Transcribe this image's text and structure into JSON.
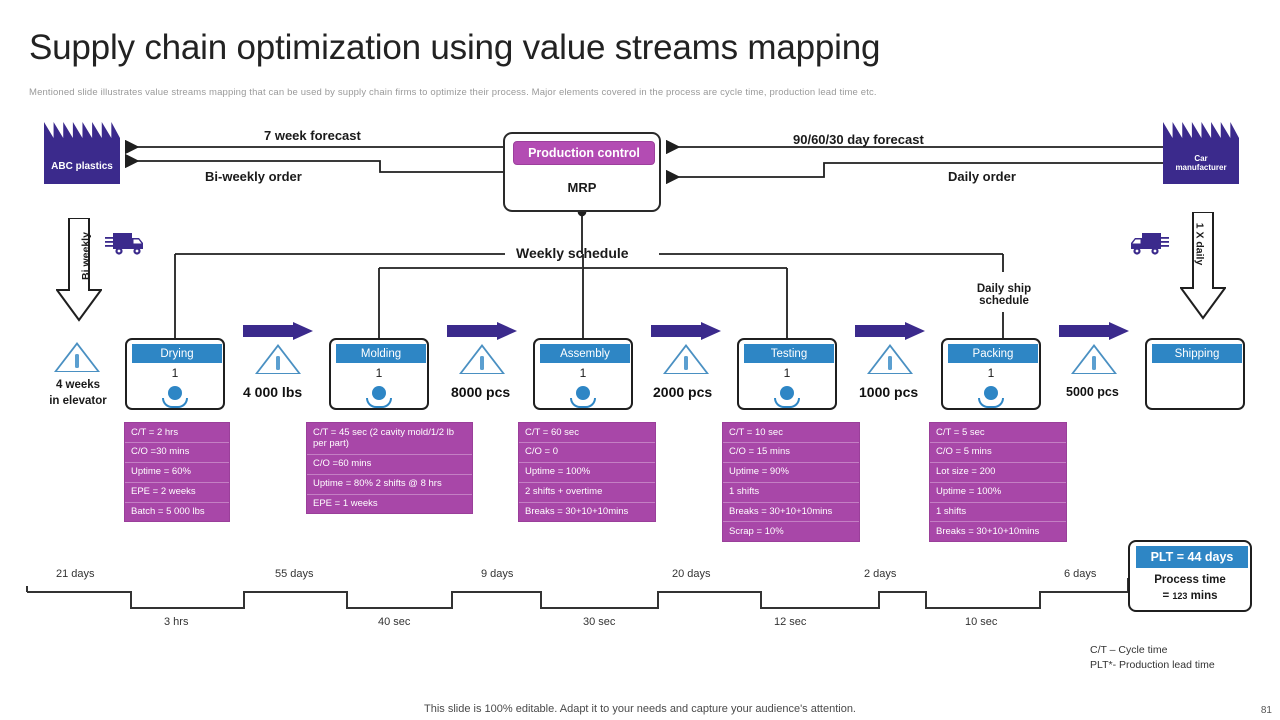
{
  "header": {
    "title": "Supply chain optimization using value streams mapping",
    "subtitle": "Mentioned slide illustrates value streams mapping that can be used by supply chain firms to optimize their process. Major elements covered in the process are cycle time, production lead time etc."
  },
  "suppliers": {
    "left": {
      "name": "ABC plastics"
    },
    "right": {
      "name_line1": "Car",
      "name_line2": "manufacturer"
    }
  },
  "control": {
    "header": "Production control",
    "system": "MRP"
  },
  "flows": {
    "forecast_left": "7 week forecast",
    "order_left": "Bi-weekly order",
    "forecast_right": "90/60/30 day forecast",
    "order_right": "Daily order",
    "weekly_schedule": "Weekly schedule",
    "daily_ship_line1": "Daily ship",
    "daily_ship_line2": "schedule"
  },
  "shipments": {
    "inbound_label": "Bi weekly",
    "outbound_label": "1 X daily"
  },
  "start_inventory": {
    "line1": "4 weeks",
    "line2": "in elevator"
  },
  "processes": [
    {
      "name": "Drying",
      "count": "1",
      "metrics": [
        "C/T = 2 hrs",
        "C/O =30 mins",
        "Uptime  = 60%",
        "EPE  = 2 weeks",
        "Batch =  5 000 lbs"
      ]
    },
    {
      "name": "Molding",
      "count": "1",
      "metrics": [
        "C/T = 45 sec (2 cavity mold/1/2 lb per part)",
        "C/O =60 mins",
        "Uptime  = 80% 2 shifts @ 8 hrs",
        "EPE  = 1 weeks"
      ]
    },
    {
      "name": "Assembly",
      "count": "1",
      "metrics": [
        "C/T = 60 sec",
        "C/O = 0",
        "Uptime  = 100%",
        "2 shifts + overtime",
        "Breaks = 30+10+10mins"
      ]
    },
    {
      "name": "Testing",
      "count": "1",
      "metrics": [
        "C/T = 10 sec",
        "C/O = 15 mins",
        "Uptime  = 90%",
        "1 shifts",
        "Breaks = 30+10+10mins",
        "Scrap = 10%"
      ]
    },
    {
      "name": "Packing",
      "count": "1",
      "metrics": [
        "C/T = 5 sec",
        "C/O = 5 mins",
        "Lot size = 200",
        "Uptime  = 100%",
        "1 shifts",
        "Breaks = 30+10+10mins"
      ]
    },
    {
      "name": "Shipping",
      "count": "",
      "metrics": []
    }
  ],
  "inventories": [
    "4 000 lbs",
    "8000 pcs",
    "2000 pcs",
    "1000 pcs",
    "5000 pcs"
  ],
  "timeline": {
    "lead_times": [
      "21 days",
      "55 days",
      "9 days",
      "20 days",
      "2 days",
      "6 days"
    ],
    "process_times": [
      "3 hrs",
      "40 sec",
      "30 sec",
      "12 sec",
      "10 sec"
    ]
  },
  "summary": {
    "plt_label": "PLT = 44 days",
    "process_time_label": "Process time",
    "process_time_value": "123",
    "process_time_unit": "mins",
    "eq": "="
  },
  "legend": {
    "line1": "C/T – Cycle time",
    "line2": "PLT*- Production lead time"
  },
  "footer": {
    "note": "This slide is 100% editable. Adapt it to your needs and capture your audience's attention.",
    "page": "81"
  },
  "colors": {
    "purple_dark": "#3b2a8c",
    "magenta": "#a847a8",
    "blue": "#2e86c5"
  }
}
